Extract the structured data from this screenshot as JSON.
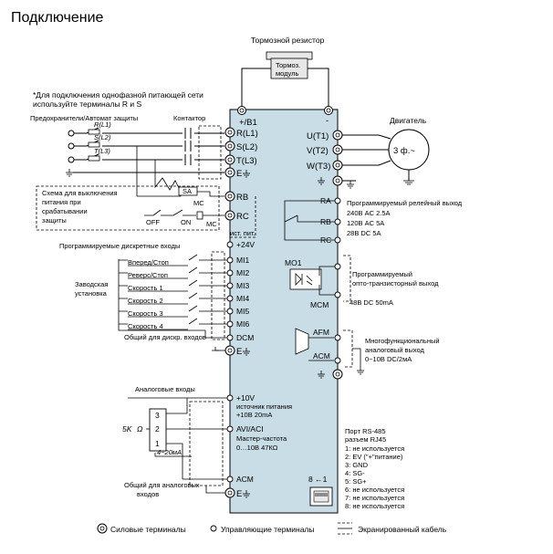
{
  "title": "Подключение",
  "note_line1": "*Для подключения однофазной питающей сети",
  "note_line2": "используйте терминалы R и S",
  "fuses_label": "Предохранители/Автомат защиты",
  "contactor_label": "Контактор",
  "input_phases": [
    "R(L1)",
    "S(L2)",
    "T(L3)"
  ],
  "brake_resistor_label": "Тормозной резистор",
  "brake_module_line1": "Тормоз.",
  "brake_module_line2": "модуль",
  "power_terminals_left": [
    "+/B1",
    "R(L1)",
    "S(L2)",
    "T(L3)"
  ],
  "power_terminals_right": [
    "-",
    "U(T1)",
    "V(T2)",
    "W(T3)"
  ],
  "motor_label": "Двигатель",
  "motor_symbol": "3 ф.~",
  "protection_line1": "Схема для выключения",
  "protection_line2": "питания при",
  "protection_line3": "срабатывании",
  "protection_line4": "защиты",
  "sa_label": "SA",
  "mc_label": "MC",
  "off_label": "OFF",
  "on_label": "ON",
  "rb_label": "RB",
  "rc_label": "RC",
  "relay_terminals": [
    "RA",
    "RB",
    "RC"
  ],
  "relay_output_label": "Программируемый релейный выход",
  "relay_spec1": "240В AC 2.5A",
  "relay_spec2": "120В AC 5A",
  "relay_spec3": "28В DC   5A",
  "supply_label_line1": "ист. пит.",
  "supply_label_line2": "+24V",
  "digital_inputs_label": "Программируемые дискретные входы",
  "factory_label_line1": "Заводская",
  "factory_label_line2": "установка",
  "digital_inputs": [
    {
      "name": "Вперед/Стоп",
      "terminal": "MI1"
    },
    {
      "name": "Реверс/Стоп",
      "terminal": "MI2"
    },
    {
      "name": "Скорость 1",
      "terminal": "MI3"
    },
    {
      "name": "Скорость 2",
      "terminal": "MI4"
    },
    {
      "name": "Скорость 3",
      "terminal": "MI5"
    },
    {
      "name": "Скорость 4",
      "terminal": "MI6"
    }
  ],
  "digital_common_label": "Общий для дискр. входов",
  "dcm_label": "DCM",
  "mo1_label": "MO1",
  "mcm_label": "MCM",
  "transistor_output_line1": "Программируемый",
  "transistor_output_line2": "опто-транзисторный выход",
  "transistor_spec": "48В DC 50mA",
  "afm_label": "AFM",
  "acm_label": "ACM",
  "multifunc_line1": "Многофункциональный",
  "multifunc_line2": "аналоговый выход",
  "multifunc_line3": "0~10В DC/2мА",
  "analog_inputs_label": "Аналоговые входы",
  "p10v_label": "+10V",
  "p10v_desc1": "источник питания",
  "p10v_desc2": "+10В 20mA",
  "avi_label": "AVI/ACI",
  "avi_desc1": "Мастер-частота",
  "avi_desc2": "0…10В 47КΩ",
  "pot_label": "5K",
  "pot_omega": "Ω",
  "pot_pins": [
    "3",
    "2",
    "1"
  ],
  "current_label": "4~20мА",
  "acm_bottom_label": "ACM",
  "analog_common_line1": "Общий для аналоговых",
  "analog_common_line2": "входов",
  "rs485_title1": "Порт RS-485",
  "rs485_title2": "разъем RJ45",
  "rs485_pins": [
    "1: не используется",
    "2: EV (\"+\"питание)",
    "3: GND",
    "4: SG-",
    "5: SG+",
    "6: не используется",
    "7: не используется",
    "8: не используется"
  ],
  "rj45_pin_label": "8 ←1",
  "legend": {
    "power": "Силовые терминалы",
    "control": "Управляющие терминалы",
    "shielded": "Экранированный кабель"
  },
  "colors": {
    "drive_body": "#c9dde6",
    "line": "#000000",
    "background": "#ffffff"
  }
}
